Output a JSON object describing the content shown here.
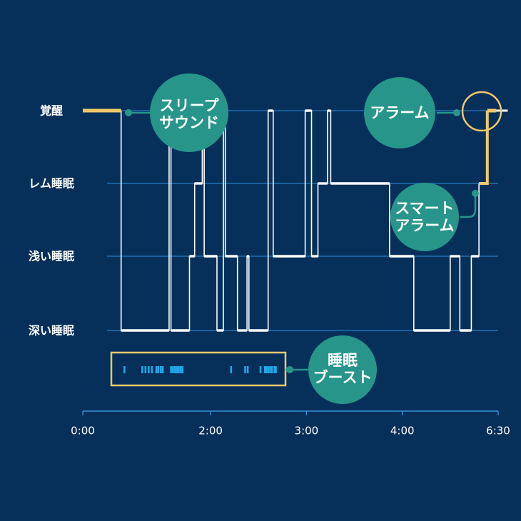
{
  "colors": {
    "background": "#06305a",
    "grid": "#1f6fb3",
    "hypnogram": "#ffffff",
    "highlight": "#f2c86b",
    "callout": "#28958a",
    "boost_ticks": "#21a8e8",
    "axis": "#3a8fd6",
    "label": "#ffffff"
  },
  "chart_data": {
    "type": "line",
    "step": true,
    "x_unit": "hours",
    "xlim": [
      0,
      6.5
    ],
    "x_ticks": [
      {
        "value": 0,
        "label": "0:00"
      },
      {
        "value": 2,
        "label": "2:00"
      },
      {
        "value": 3.5,
        "label": "3:00"
      },
      {
        "value": 5,
        "label": "4:00"
      },
      {
        "value": 6.5,
        "label": "6:30"
      }
    ],
    "levels": [
      {
        "value": 3,
        "label": "覚醒"
      },
      {
        "value": 2,
        "label": "レム睡眠"
      },
      {
        "value": 1,
        "label": "浅い睡眠"
      },
      {
        "value": 0,
        "label": "深い睡眠"
      }
    ],
    "hypnogram": [
      [
        0.6,
        3
      ],
      [
        0.6,
        0
      ],
      [
        1.35,
        0
      ],
      [
        1.35,
        3
      ],
      [
        1.38,
        3
      ],
      [
        1.38,
        0
      ],
      [
        1.67,
        0
      ],
      [
        1.67,
        1
      ],
      [
        1.75,
        1
      ],
      [
        1.75,
        2
      ],
      [
        1.87,
        2
      ],
      [
        1.87,
        3
      ],
      [
        1.9,
        3
      ],
      [
        1.9,
        1
      ],
      [
        2.1,
        1
      ],
      [
        2.1,
        0
      ],
      [
        2.2,
        0
      ],
      [
        2.2,
        3
      ],
      [
        2.23,
        3
      ],
      [
        2.23,
        1
      ],
      [
        2.42,
        1
      ],
      [
        2.42,
        0
      ],
      [
        2.57,
        0
      ],
      [
        2.57,
        1
      ],
      [
        2.6,
        1
      ],
      [
        2.6,
        0
      ],
      [
        2.9,
        0
      ],
      [
        2.9,
        3
      ],
      [
        2.98,
        3
      ],
      [
        2.98,
        1
      ],
      [
        3.48,
        1
      ],
      [
        3.48,
        3
      ],
      [
        3.58,
        3
      ],
      [
        3.58,
        1
      ],
      [
        3.68,
        1
      ],
      [
        3.68,
        2
      ],
      [
        3.83,
        2
      ],
      [
        3.83,
        3
      ],
      [
        3.88,
        3
      ],
      [
        3.88,
        2
      ],
      [
        4.8,
        2
      ],
      [
        4.8,
        1
      ],
      [
        5.18,
        1
      ],
      [
        5.18,
        0
      ],
      [
        5.75,
        0
      ],
      [
        5.75,
        1
      ],
      [
        5.9,
        1
      ],
      [
        5.9,
        0
      ],
      [
        6.08,
        0
      ],
      [
        6.08,
        1
      ],
      [
        6.2,
        1
      ],
      [
        6.2,
        2
      ]
    ],
    "awake_start": [
      [
        0,
        3
      ],
      [
        0.6,
        3
      ]
    ],
    "smart_alarm_segment": [
      [
        6.2,
        2
      ],
      [
        6.33,
        2
      ],
      [
        6.33,
        3
      ]
    ],
    "alarm_segment": [
      [
        6.33,
        3
      ],
      [
        6.47,
        3
      ]
    ],
    "final_segment": [
      [
        6.47,
        3
      ],
      [
        6.65,
        3
      ]
    ],
    "sleep_boost_ticks": [
      0.65,
      0.93,
      0.98,
      1.03,
      1.08,
      1.15,
      1.18,
      1.22,
      1.25,
      1.38,
      1.41,
      1.44,
      1.47,
      1.5,
      1.53,
      1.56,
      2.32,
      2.54,
      2.58,
      2.78,
      2.85,
      2.87,
      2.9,
      2.93,
      2.96,
      3.0,
      3.02
    ]
  },
  "callouts": {
    "sleep_sound": {
      "line1": "スリープ",
      "line2": "サウンド"
    },
    "alarm": {
      "line1": "アラーム",
      "line2": ""
    },
    "smart_alarm": {
      "line1": "スマート",
      "line2": "アラーム"
    },
    "sleep_boost": {
      "line1": "睡眠",
      "line2": "ブースト"
    }
  }
}
